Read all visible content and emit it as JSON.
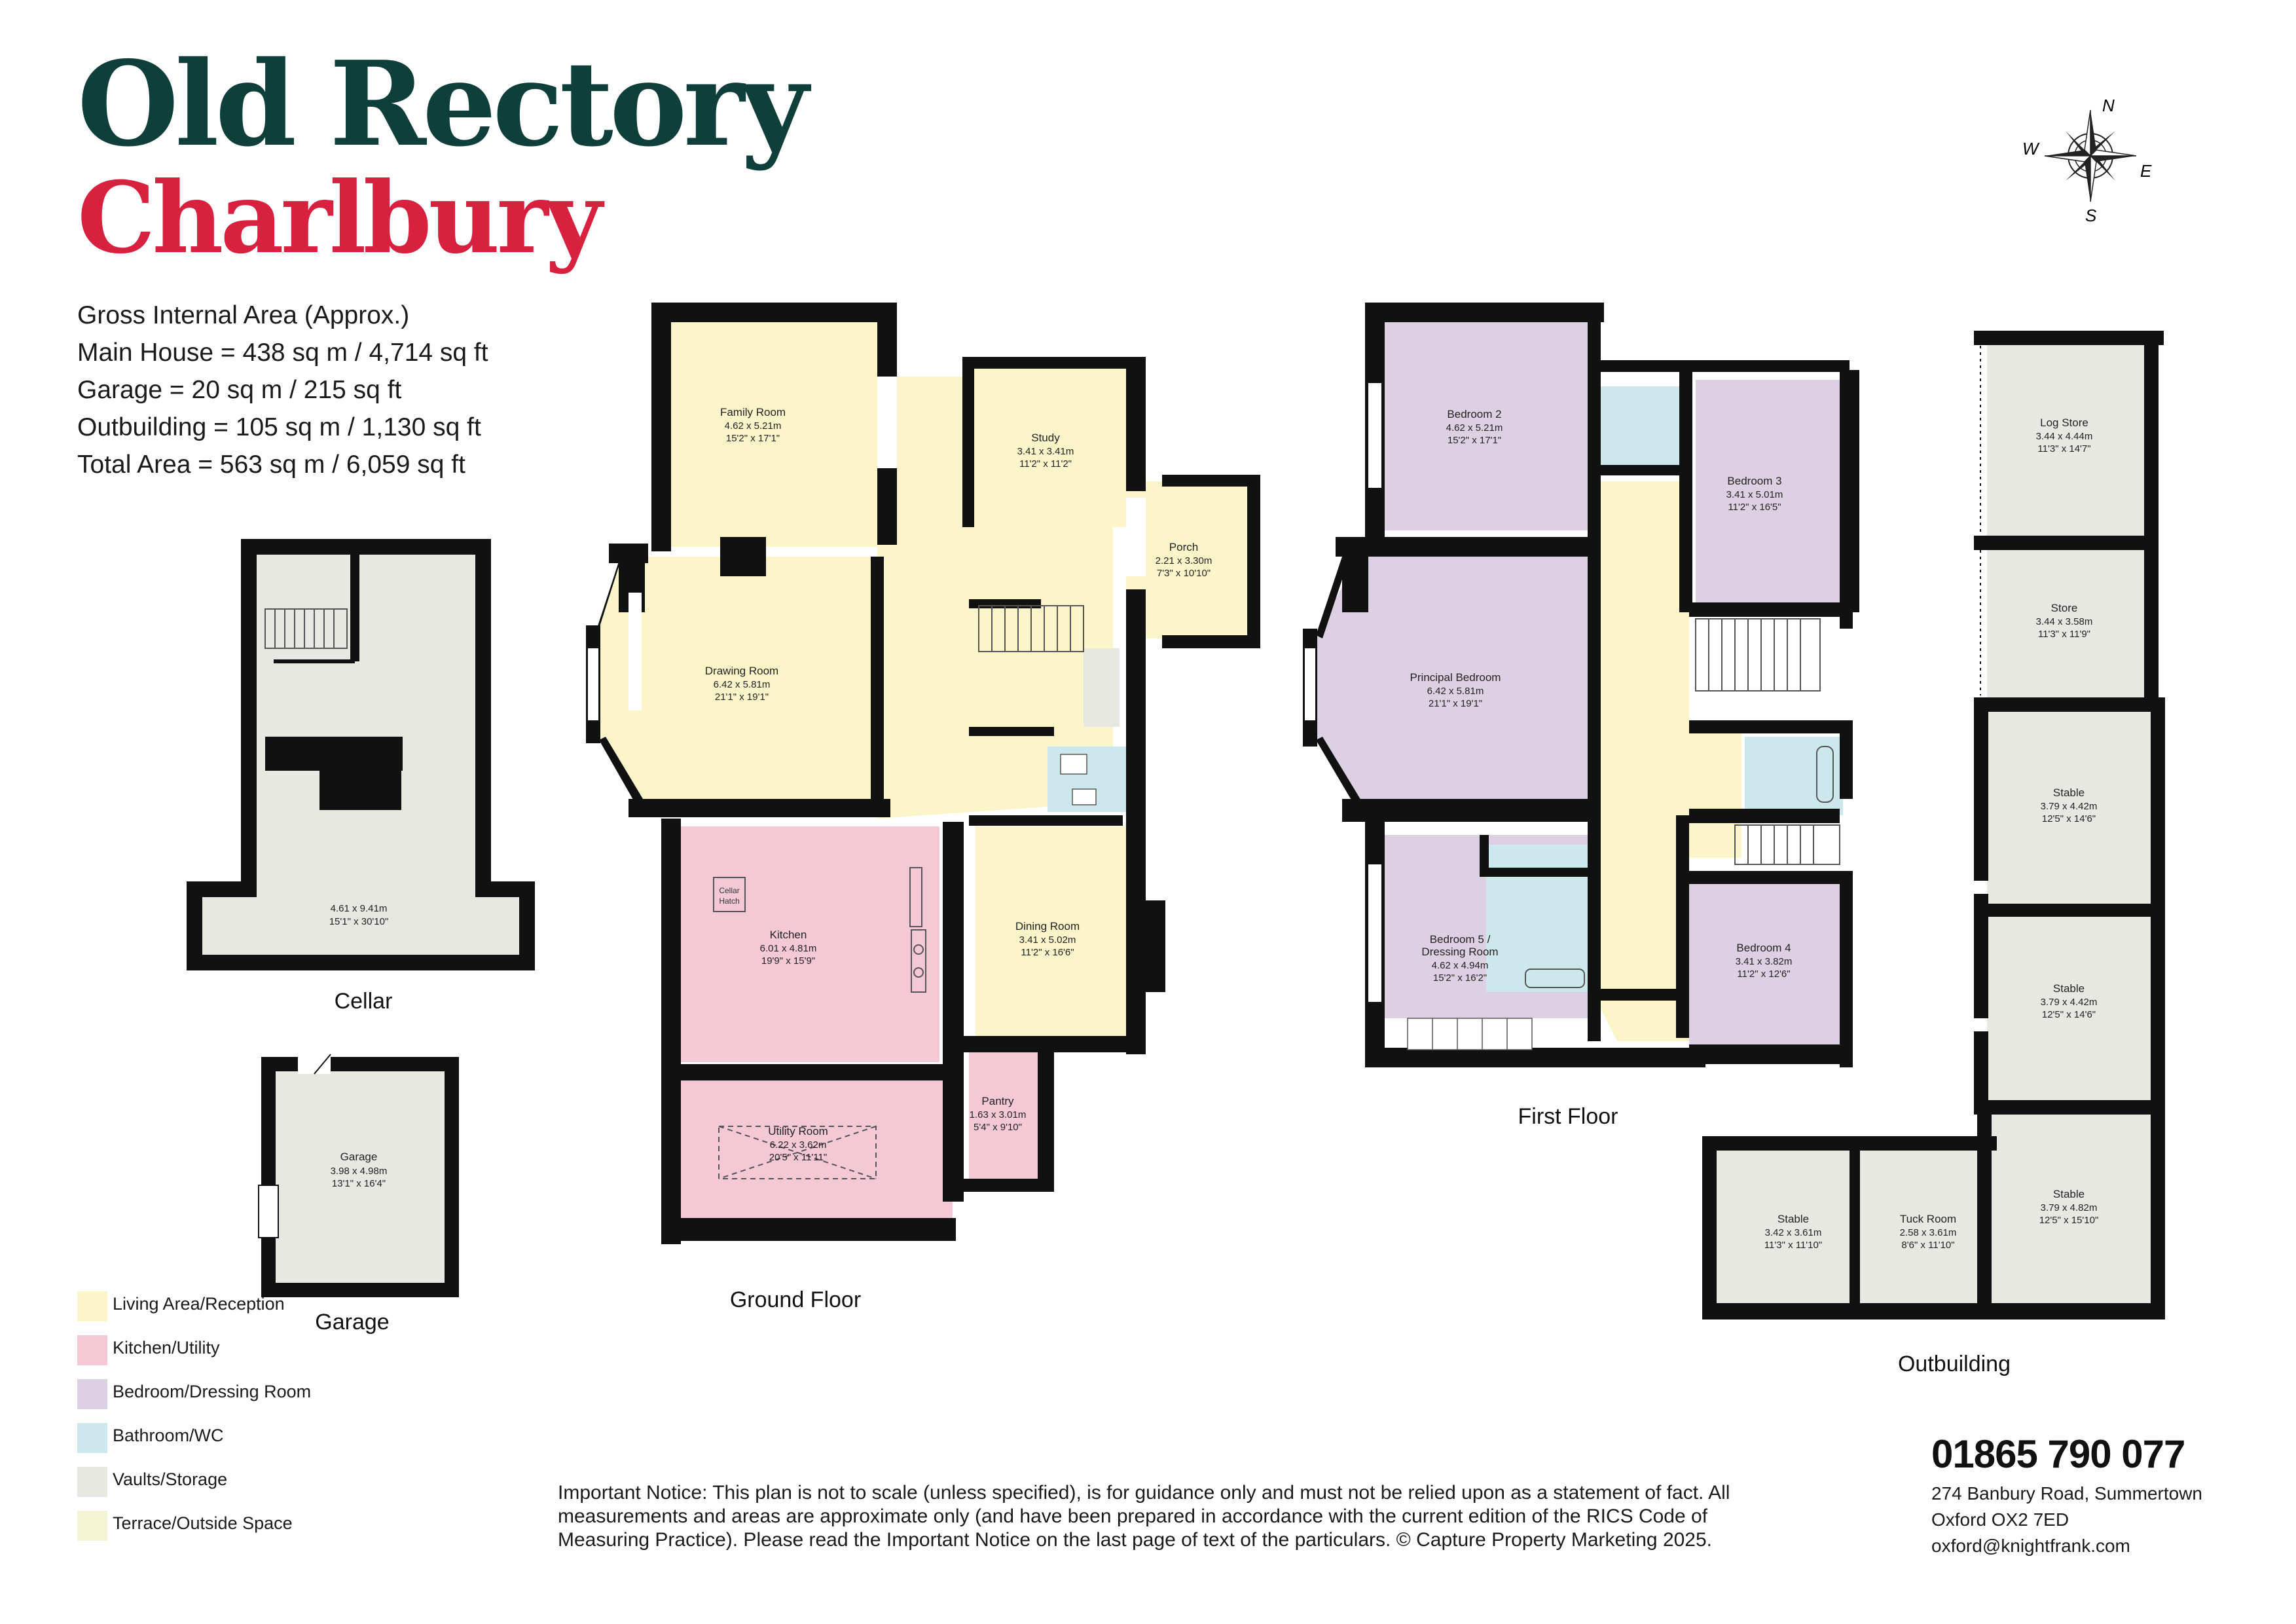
{
  "header": {
    "title_line1": "Old Rectory",
    "title_line2": "Charlbury"
  },
  "areas": {
    "heading": "Gross Internal Area (Approx.)",
    "main_house": "Main House = 438 sq m / 4,714 sq ft",
    "garage": "Garage = 20 sq m / 215 sq ft",
    "outbuilding": "Outbuilding = 105 sq m / 1,130 sq ft",
    "total": "Total Area = 563 sq m / 6,059 sq ft"
  },
  "compass": {
    "n": "N",
    "e": "E",
    "s": "S",
    "w": "W",
    "icon": "compass-rose-icon"
  },
  "floors": {
    "cellar": "Cellar",
    "garage": "Garage",
    "ground": "Ground Floor",
    "first": "First Floor",
    "outbuilding": "Outbuilding"
  },
  "rooms": {
    "cellar": {
      "m": "4.61 x 9.41m",
      "ft": "15'1\" x 30'10\""
    },
    "garage": {
      "name": "Garage",
      "m": "3.98 x 4.98m",
      "ft": "13'1\" x 16'4\""
    },
    "family_room": {
      "name": "Family Room",
      "m": "4.62 x 5.21m",
      "ft": "15'2\" x 17'1\""
    },
    "study": {
      "name": "Study",
      "m": "3.41 x 3.41m",
      "ft": "11'2\" x 11'2\""
    },
    "porch": {
      "name": "Porch",
      "m": "2.21 x 3.30m",
      "ft": "7'3\" x 10'10\""
    },
    "drawing_room": {
      "name": "Drawing Room",
      "m": "6.42 x 5.81m",
      "ft": "21'1\" x 19'1\""
    },
    "kitchen": {
      "name": "Kitchen",
      "m": "6.01 x 4.81m",
      "ft": "19'9\" x 15'9\"",
      "hatch_1": "Cellar",
      "hatch_2": "Hatch"
    },
    "dining_room": {
      "name": "Dining Room",
      "m": "3.41 x 5.02m",
      "ft": "11'2\" x 16'6\""
    },
    "utility_room": {
      "name": "Utility Room",
      "m": "6.22 x 3.62m",
      "ft": "20'5\" x 11'11\""
    },
    "pantry": {
      "name": "Pantry",
      "m": "1.63 x 3.01m",
      "ft": "5'4\" x 9'10\""
    },
    "bedroom_2": {
      "name": "Bedroom 2",
      "m": "4.62 x 5.21m",
      "ft": "15'2\" x 17'1\""
    },
    "bedroom_3": {
      "name": "Bedroom 3",
      "m": "3.41 x 5.01m",
      "ft": "11'2\" x 16'5\""
    },
    "principal_bedroom": {
      "name": "Principal Bedroom",
      "m": "6.42 x 5.81m",
      "ft": "21'1\" x 19'1\""
    },
    "bedroom_5": {
      "name1": "Bedroom 5 /",
      "name2": "Dressing Room",
      "m": "4.62 x 4.94m",
      "ft": "15'2\" x 16'2\""
    },
    "bedroom_4": {
      "name": "Bedroom 4",
      "m": "3.41 x 3.82m",
      "ft": "11'2\" x 12'6\""
    },
    "log_store": {
      "name": "Log Store",
      "m": "3.44 x 4.44m",
      "ft": "11'3\" x 14'7\""
    },
    "store": {
      "name": "Store",
      "m": "3.44 x 3.58m",
      "ft": "11'3\" x 11'9\""
    },
    "stable_a": {
      "name": "Stable",
      "m": "3.79 x 4.42m",
      "ft": "12'5\" x 14'6\""
    },
    "stable_b": {
      "name": "Stable",
      "m": "3.79 x 4.42m",
      "ft": "12'5\" x 14'6\""
    },
    "stable_c": {
      "name": "Stable",
      "m": "3.79 x 4.82m",
      "ft": "12'5\" x 15'10\""
    },
    "stable_d": {
      "name": "Stable",
      "m": "3.42 x 3.61m",
      "ft": "11'3\" x 11'10\""
    },
    "tuck_room": {
      "name": "Tuck Room",
      "m": "2.58 x 3.61m",
      "ft": "8'6\" x 11'10\""
    }
  },
  "legend": [
    {
      "label": "Living Area/Reception",
      "color": "#fbf5c9"
    },
    {
      "label": "Kitchen/Utility",
      "color": "#f4c8d5"
    },
    {
      "label": "Bedroom/Dressing Room",
      "color": "#ddd0e2"
    },
    {
      "label": "Bathroom/WC",
      "color": "#cde8ec"
    },
    {
      "label": "Vaults/Storage",
      "color": "#e8e8e2"
    },
    {
      "label": "Terrace/Outside Space",
      "color": "#f2f4d4"
    }
  ],
  "colors": {
    "wall": "#111111",
    "living": "#fbf5c9",
    "kitchen": "#f4c8d5",
    "bedroom": "#ddd0e2",
    "bathroom": "#cde8ec",
    "storage": "#e8e8e2",
    "title_green": "#0f3f3b",
    "title_red": "#d8213f"
  },
  "notice": "Important Notice: This plan is not to scale (unless specified), is for guidance only and must not be relied upon as a statement of fact. All measurements and areas are approximate only (and have been prepared in accordance with the current edition of the RICS Code of Measuring Practice). Please read the Important Notice on the last page of text of the particulars. © Capture Property Marketing 2025.",
  "contact": {
    "phone": "01865 790 077",
    "address_1": "274 Banbury Road, Summertown",
    "address_2": "Oxford OX2 7ED",
    "email": "oxford@knightfrank.com"
  }
}
